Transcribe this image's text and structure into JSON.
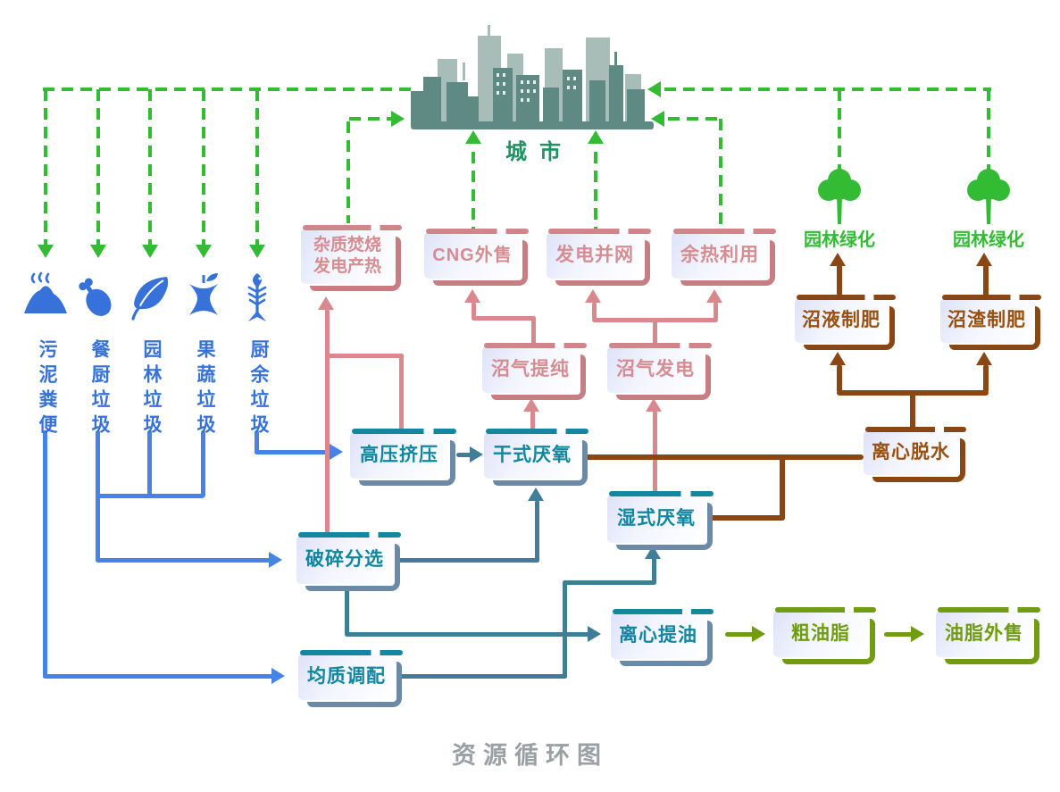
{
  "title": "资源循环图",
  "city": {
    "label": "城市",
    "icon": "city-skyline-icon"
  },
  "waste_sources": [
    {
      "label": "污泥粪便",
      "icon": "sludge-pile-icon"
    },
    {
      "label": "餐厨垃圾",
      "icon": "drumstick-icon"
    },
    {
      "label": "园林垃圾",
      "icon": "leaf-icon"
    },
    {
      "label": "果蔬垃圾",
      "icon": "apple-core-icon"
    },
    {
      "label": "厨余垃圾",
      "icon": "fishbone-icon"
    }
  ],
  "nodes": {
    "impurity_incineration": {
      "label": "杂质焚烧\n发电产热",
      "group": "pink"
    },
    "cng_sale": {
      "label": "CNG外售",
      "group": "pink"
    },
    "power_grid": {
      "label": "发电并网",
      "group": "pink"
    },
    "waste_heat": {
      "label": "余热利用",
      "group": "pink"
    },
    "biogas_purification": {
      "label": "沼气提纯",
      "group": "pink"
    },
    "biogas_power": {
      "label": "沼气发电",
      "group": "pink"
    },
    "high_pressure_squeeze": {
      "label": "高压挤压",
      "group": "teal"
    },
    "dry_anaerobic": {
      "label": "干式厌氧",
      "group": "teal"
    },
    "wet_anaerobic": {
      "label": "湿式厌氧",
      "group": "teal"
    },
    "crushing_sorting": {
      "label": "破碎分选",
      "group": "teal"
    },
    "homogenization": {
      "label": "均质调配",
      "group": "teal"
    },
    "centrifugal_oil_extraction": {
      "label": "离心提油",
      "group": "teal"
    },
    "centrifugal_dewatering": {
      "label": "离心脱水",
      "group": "brown"
    },
    "liquid_fertilizer": {
      "label": "沼液制肥",
      "group": "brown"
    },
    "residue_fertilizer": {
      "label": "沼渣制肥",
      "group": "brown"
    },
    "crude_oil": {
      "label": "粗油脂",
      "group": "olive"
    },
    "oil_sale": {
      "label": "油脂外售",
      "group": "olive"
    }
  },
  "greening": {
    "left_label": "园林绿化",
    "right_label": "园林绿化",
    "icon": "tree-icon"
  },
  "colors": {
    "green_dashed": "#33bb33",
    "blue": "#4583e6",
    "blue_text": "#3672d9",
    "teal": "#12889f",
    "teal_connector": "#3f7d99",
    "slate_edge": "#6b8aa8",
    "pink": "#d9898d",
    "brown": "#8a4613",
    "olive": "#6f9c10",
    "city_dark": "#5f8a84",
    "city_light": "#a8bdb8",
    "city_label_green": "#1d9362",
    "title_gray": "#9aa0a3"
  },
  "edges": [
    {
      "from": "城市",
      "to": "污泥粪便",
      "style": "green-dashed"
    },
    {
      "from": "城市",
      "to": "餐厨垃圾",
      "style": "green-dashed"
    },
    {
      "from": "城市",
      "to": "园林垃圾",
      "style": "green-dashed"
    },
    {
      "from": "城市",
      "to": "果蔬垃圾",
      "style": "green-dashed"
    },
    {
      "from": "城市",
      "to": "厨余垃圾",
      "style": "green-dashed"
    },
    {
      "from": "杂质焚烧发电产热",
      "to": "城市",
      "style": "green-dashed"
    },
    {
      "from": "CNG外售",
      "to": "城市",
      "style": "green-dashed"
    },
    {
      "from": "发电并网",
      "to": "城市",
      "style": "green-dashed"
    },
    {
      "from": "余热利用",
      "to": "城市",
      "style": "green-dashed"
    },
    {
      "from": "园林绿化",
      "to": "城市",
      "style": "green-dashed"
    },
    {
      "from": "厨余垃圾",
      "to": "高压挤压",
      "style": "blue"
    },
    {
      "from": "餐厨垃圾",
      "to": "破碎分选",
      "style": "blue"
    },
    {
      "from": "园林垃圾",
      "to": "破碎分选",
      "style": "blue"
    },
    {
      "from": "果蔬垃圾",
      "to": "破碎分选",
      "style": "blue"
    },
    {
      "from": "污泥粪便",
      "to": "均质调配",
      "style": "blue"
    },
    {
      "from": "高压挤压",
      "to": "干式厌氧",
      "style": "teal"
    },
    {
      "from": "破碎分选",
      "to": "干式厌氧",
      "style": "teal"
    },
    {
      "from": "破碎分选",
      "to": "离心提油",
      "style": "teal"
    },
    {
      "from": "均质调配",
      "to": "湿式厌氧",
      "style": "teal"
    },
    {
      "from": "破碎分选",
      "to": "杂质焚烧发电产热",
      "style": "pink"
    },
    {
      "from": "高压挤压",
      "to": "杂质焚烧发电产热",
      "style": "pink"
    },
    {
      "from": "干式厌氧",
      "to": "沼气提纯",
      "style": "pink"
    },
    {
      "from": "湿式厌氧",
      "to": "沼气发电",
      "style": "pink"
    },
    {
      "from": "沼气提纯",
      "to": "CNG外售",
      "style": "pink"
    },
    {
      "from": "沼气发电",
      "to": "发电并网",
      "style": "pink"
    },
    {
      "from": "沼气发电",
      "to": "余热利用",
      "style": "pink"
    },
    {
      "from": "干式厌氧",
      "to": "离心脱水",
      "style": "brown"
    },
    {
      "from": "湿式厌氧",
      "to": "离心脱水",
      "style": "brown"
    },
    {
      "from": "离心脱水",
      "to": "沼液制肥",
      "style": "brown"
    },
    {
      "from": "离心脱水",
      "to": "沼渣制肥",
      "style": "brown"
    },
    {
      "from": "沼液制肥",
      "to": "园林绿化",
      "style": "brown"
    },
    {
      "from": "沼渣制肥",
      "to": "园林绿化",
      "style": "brown"
    },
    {
      "from": "离心提油",
      "to": "粗油脂",
      "style": "olive"
    },
    {
      "from": "粗油脂",
      "to": "油脂外售",
      "style": "olive"
    }
  ]
}
